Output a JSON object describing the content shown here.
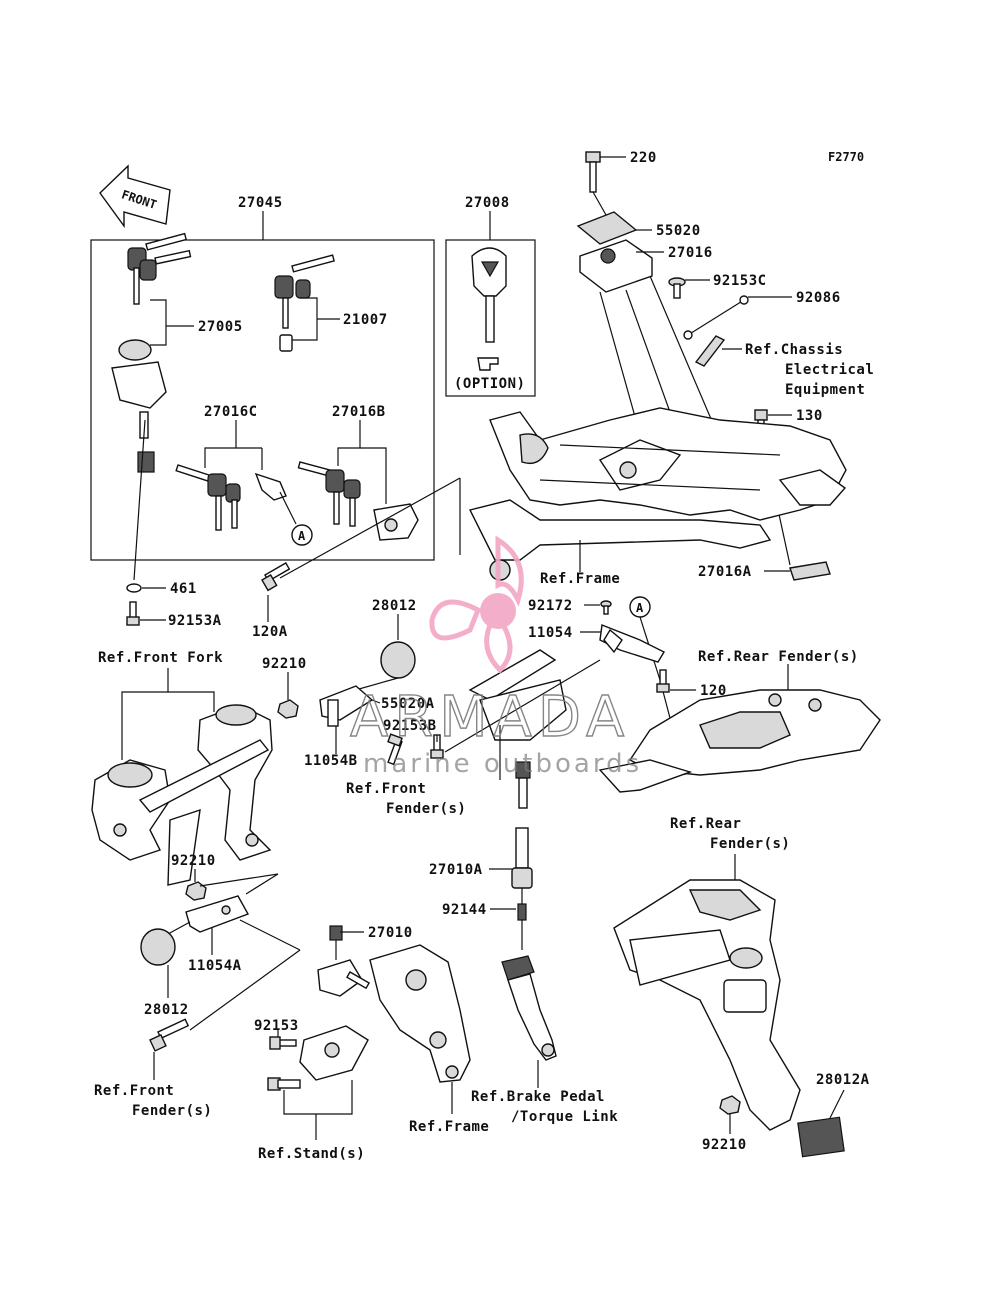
{
  "diagram": {
    "code": "F2770",
    "front_label": "FRONT",
    "callouts": {
      "p27045": "27045",
      "p27008": "27008",
      "p27005": "27005",
      "p21007": "21007",
      "p27016C": "27016C",
      "p27016B": "27016B",
      "p461": "461",
      "p92153A": "92153A",
      "p120A": "120A",
      "option": "(OPTION)",
      "p220": "220",
      "p55020": "55020",
      "p27016": "27016",
      "p92153C": "92153C",
      "p92086": "92086",
      "ref_chassis_1": "Ref.Chassis",
      "ref_chassis_2": "Electrical",
      "ref_chassis_3": "Equipment",
      "p130": "130",
      "p27016A": "27016A",
      "ref_frame_top": "Ref.Frame",
      "p92172": "92172",
      "p11054": "11054",
      "marker_A": "A",
      "p120": "120",
      "ref_rear_fender_top": "Ref.Rear Fender(s)",
      "ref_front_fork": "Ref.Front Fork",
      "p28012_top": "28012",
      "p92210_top": "92210",
      "p55020A": "55020A",
      "p92153B": "92153B",
      "p11054B": "11054B",
      "ref_front_fender_mid_1": "Ref.Front",
      "ref_front_fender_mid_2": "Fender(s)",
      "p27010A": "27010A",
      "p92144": "92144",
      "p92210_mid": "92210",
      "p11054A": "11054A",
      "p28012_bottom": "28012",
      "p27010": "27010",
      "p92153": "92153",
      "ref_front_fender_bot_1": "Ref.Front",
      "ref_front_fender_bot_2": "Fender(s)",
      "ref_stand": "Ref.Stand(s)",
      "ref_frame_bot": "Ref.Frame",
      "ref_brake_1": "Ref.Brake Pedal",
      "ref_brake_2": "/Torque Link",
      "ref_rear_fender_r1": "Ref.Rear",
      "ref_rear_fender_r2": "Fender(s)",
      "p28012A": "28012A",
      "p92210_bot": "92210"
    }
  },
  "watermark": {
    "brand": "ARMADA",
    "tagline": "marine outboards",
    "color_brand": "#f2a6c4",
    "color_text": "#7a7a7a"
  }
}
